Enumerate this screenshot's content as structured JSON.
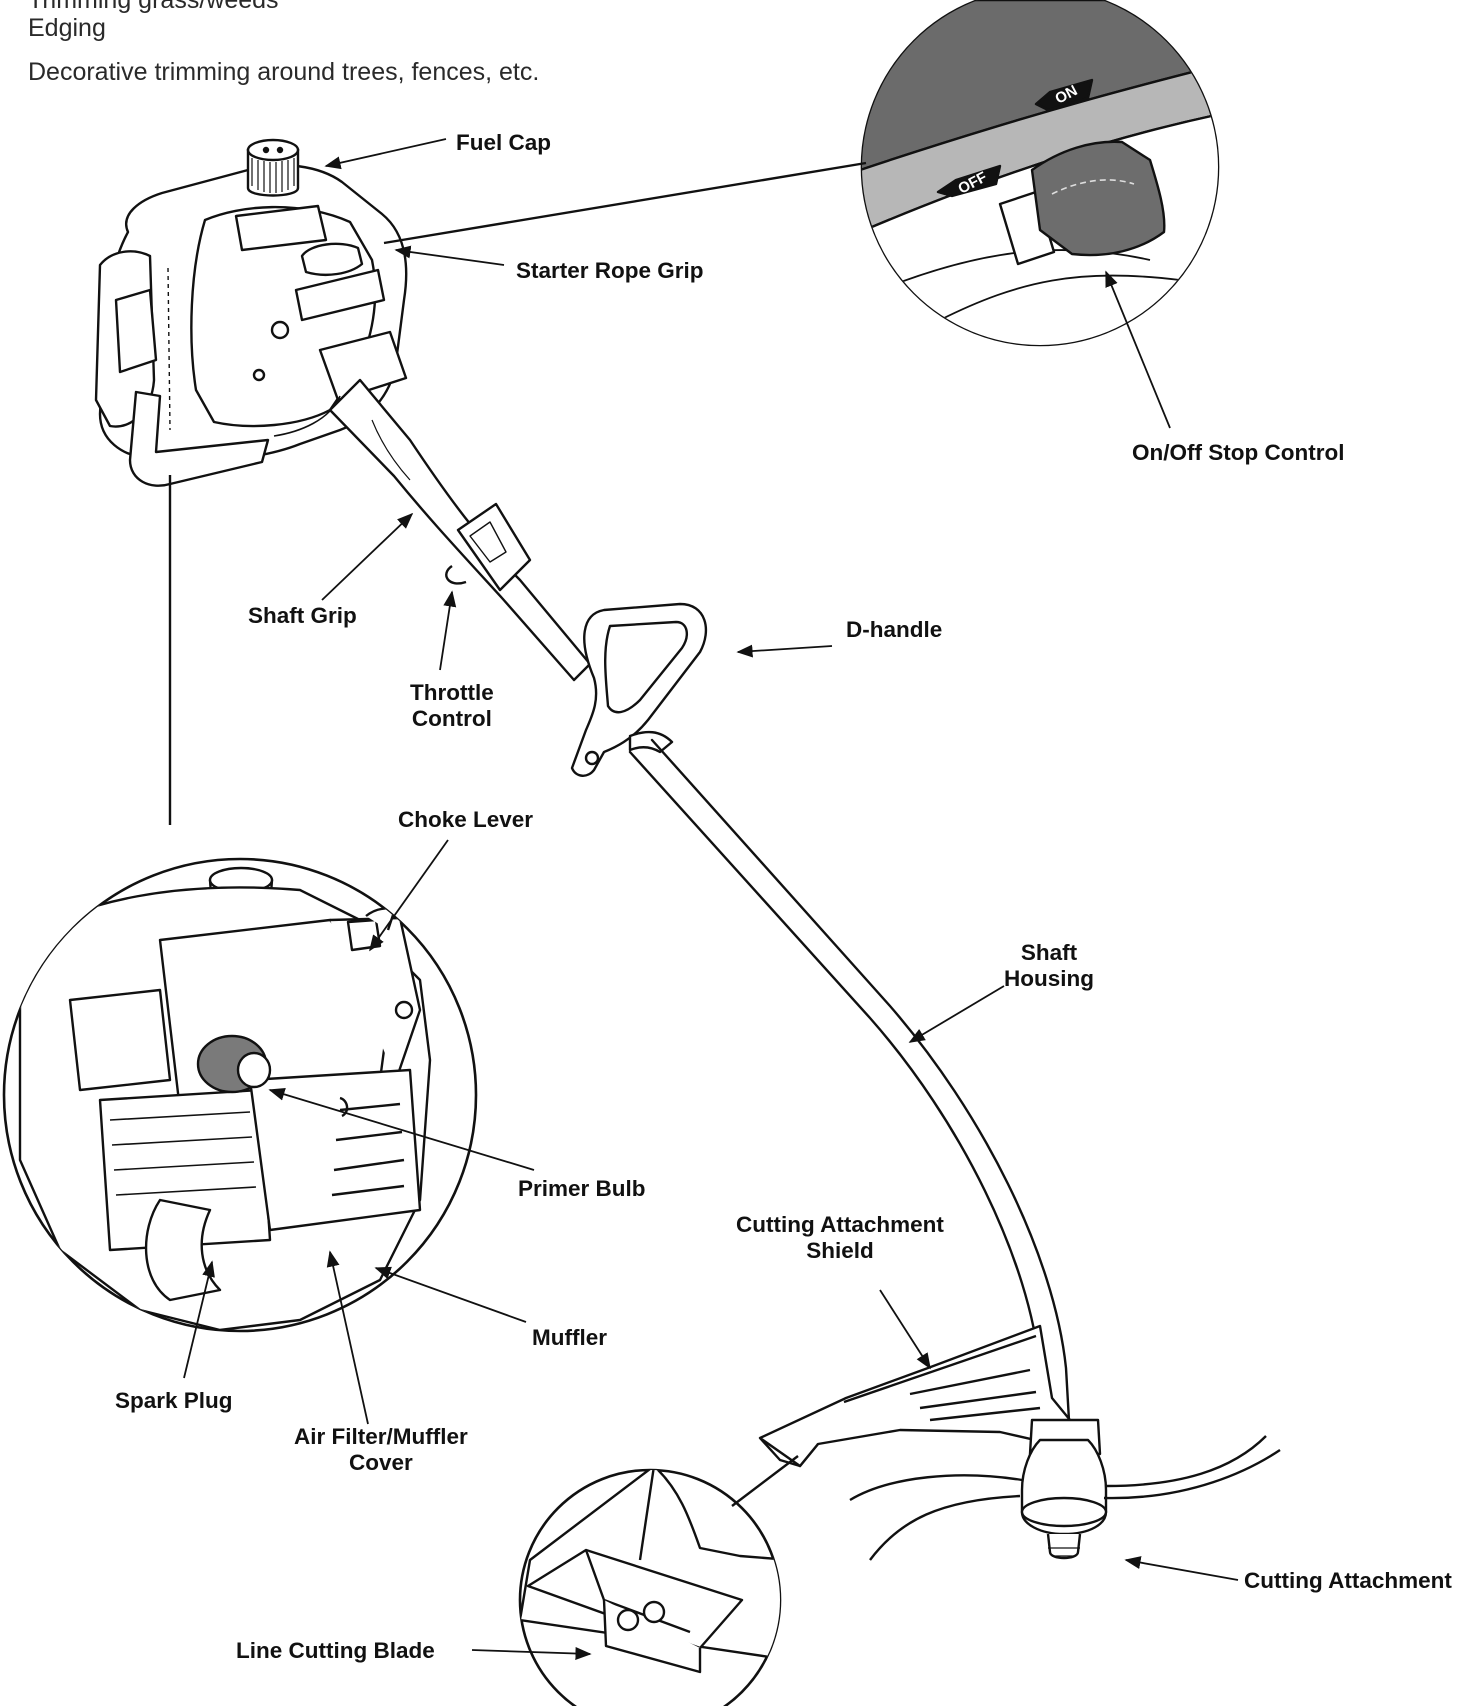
{
  "intro": {
    "partial_line": "Trimming grass/weeds",
    "line1": "Edging",
    "line2": "Decorative trimming around trees, fences, etc."
  },
  "switch": {
    "off": "OFF",
    "on": "ON"
  },
  "labels": {
    "fuel_cap": "Fuel Cap",
    "starter_rope_grip": "Starter Rope Grip",
    "on_off_stop_control": "On/Off Stop Control",
    "shaft_grip": "Shaft Grip",
    "throttle_control": [
      "Throttle",
      "Control"
    ],
    "d_handle": "D-handle",
    "choke_lever": "Choke Lever",
    "shaft_housing": [
      "Shaft",
      "Housing"
    ],
    "primer_bulb": "Primer Bulb",
    "cutting_attachment_shield": [
      "Cutting Attachment",
      "Shield"
    ],
    "muffler": "Muffler",
    "spark_plug": "Spark Plug",
    "air_filter_muffler_cover": [
      "Air Filter/Muffler",
      "Cover"
    ],
    "cutting_attachment": "Cutting Attachment",
    "line_cutting_blade": "Line Cutting Blade"
  }
}
